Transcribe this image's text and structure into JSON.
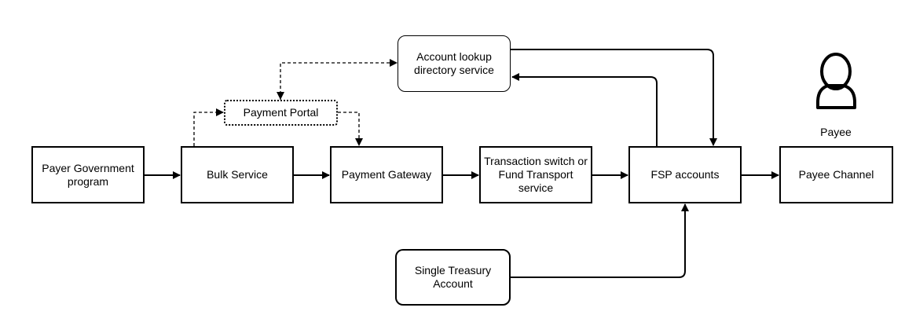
{
  "nodes": {
    "payer": "Payer Government\nprogram",
    "bulk": "Bulk Service",
    "portal": "Payment Portal",
    "gateway": "Payment Gateway",
    "switch": "Transaction switch or\nFund Transport\nservice",
    "fsp": "FSP accounts",
    "channel": "Payee Channel",
    "lookup": "Account lookup\ndirectory service",
    "treasury": "Single Treasury\nAccount"
  },
  "payee": {
    "label": "Payee",
    "icon": "person-icon"
  }
}
